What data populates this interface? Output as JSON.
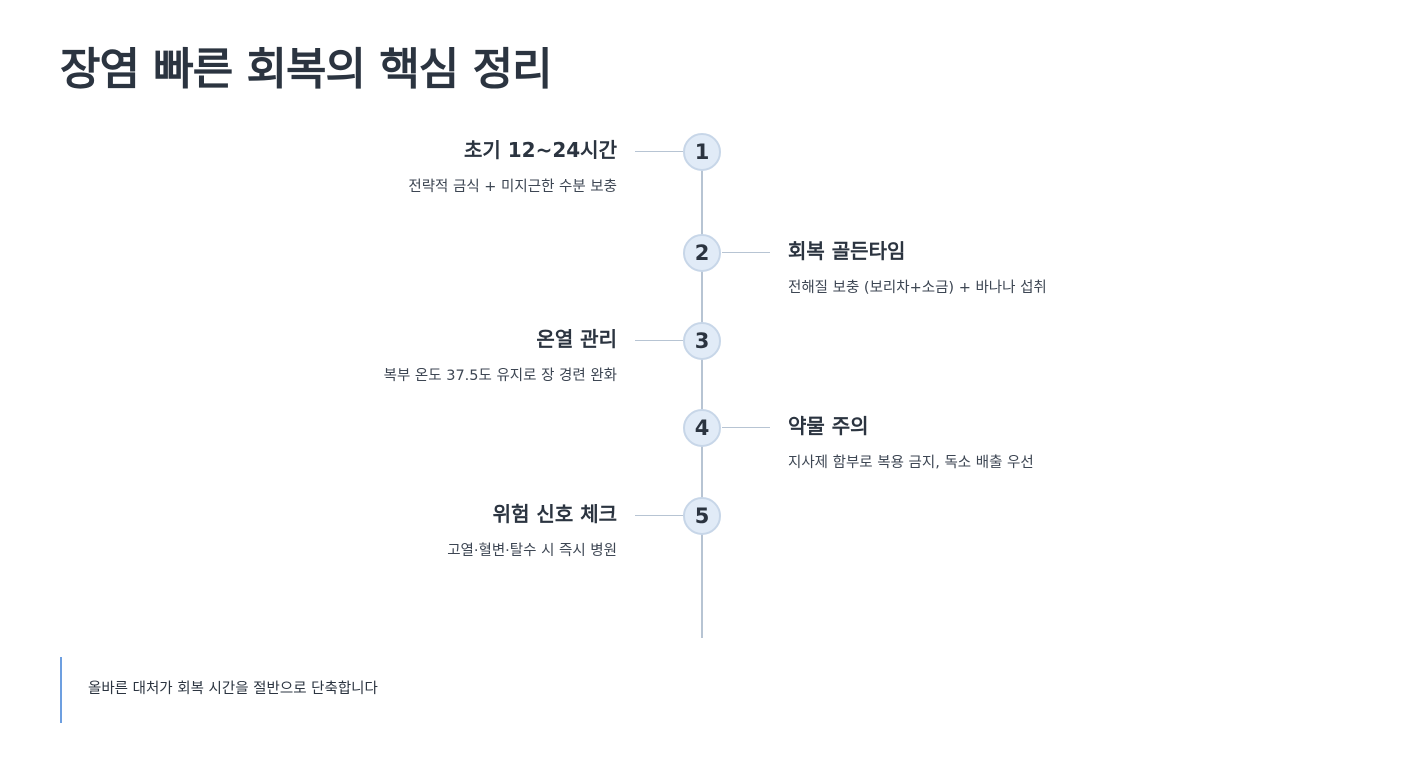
{
  "title": "장염 빠른 회복의 핵심 정리",
  "steps": [
    {
      "number": "1",
      "side": "left",
      "title": "초기 12~24시간",
      "description": "전략적 금식 + 미지근한 수분 보충"
    },
    {
      "number": "2",
      "side": "right",
      "title": "회복 골든타임",
      "description": "전해질 보충 (보리차+소금) + 바나나 섭취"
    },
    {
      "number": "3",
      "side": "left",
      "title": "온열 관리",
      "description": "복부 온도 37.5도 유지로 장 경련 완화"
    },
    {
      "number": "4",
      "side": "right",
      "title": "약물 주의",
      "description": "지사제 함부로 복용 금지, 독소 배출 우선"
    },
    {
      "number": "5",
      "side": "left",
      "title": "위험 신호 체크",
      "description": "고열·혈변·탈수 시 즉시 병원"
    }
  ],
  "callout": {
    "text": "올바른 대처가 회복 시간을 절반으로 단축합니다"
  },
  "colors": {
    "text": "#2b3440",
    "node_fill": "#e1ebf7",
    "line": "#b7c4d3",
    "accent": "#6d9fe0"
  }
}
